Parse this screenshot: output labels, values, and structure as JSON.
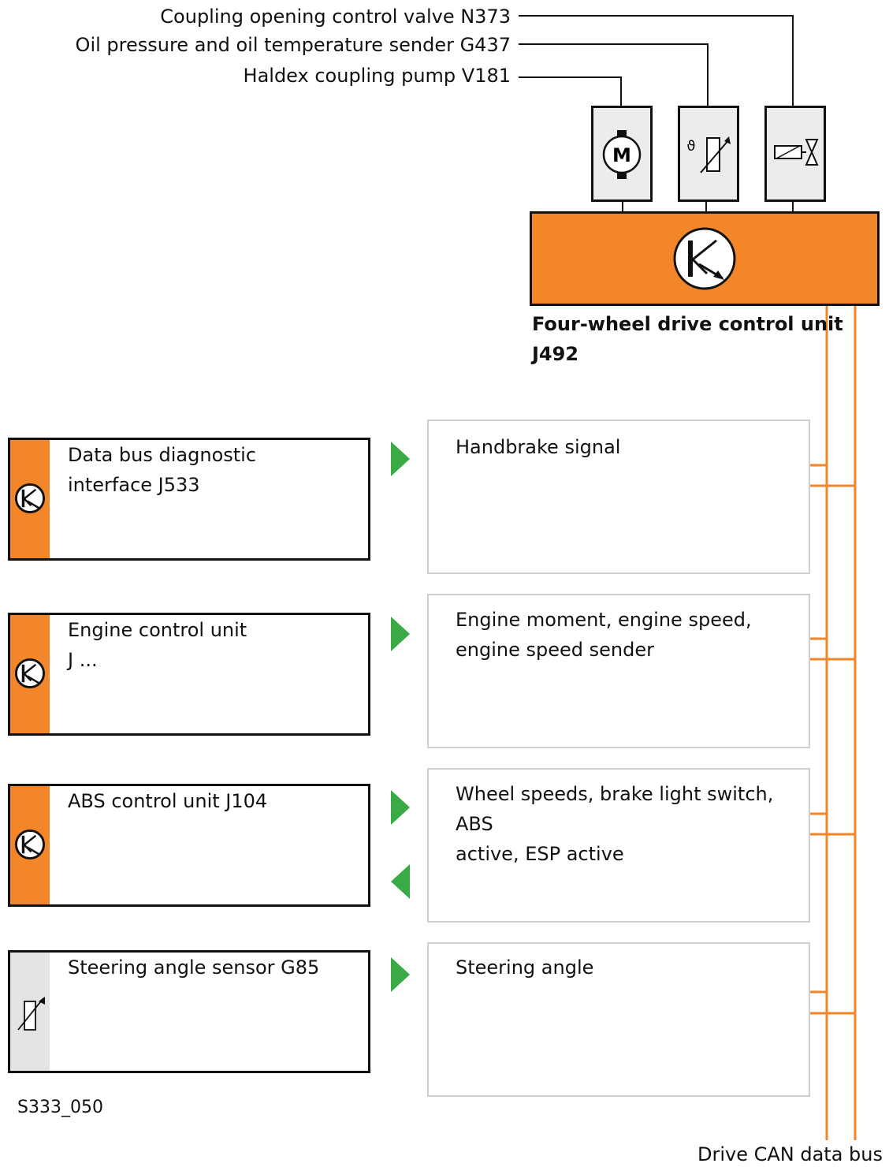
{
  "components": {
    "valve_label": "Coupling opening control valve N373",
    "sender_label": "Oil pressure and oil temperature sender G437",
    "pump_label": "Haldex coupling pump V181",
    "pump_symbol": "M",
    "sender_symbol": "ϑ"
  },
  "control_unit": {
    "name_line1": "Four-wheel drive control unit",
    "name_line2": "J492",
    "color": "#f4862a"
  },
  "sources": [
    {
      "line1": "Data bus diagnostic",
      "line2": "interface J533",
      "icon": "control-unit-icon"
    },
    {
      "line1": "Engine control unit",
      "line2": "J ...",
      "icon": "control-unit-icon"
    },
    {
      "line1": "ABS control unit J104",
      "line2": "",
      "icon": "control-unit-icon"
    },
    {
      "line1": "Steering angle sensor G85",
      "line2": "",
      "icon": "variable-resistor-icon"
    }
  ],
  "signals": [
    {
      "line1": "Handbrake signal",
      "line2": "",
      "direction": "to-control-unit"
    },
    {
      "line1": "Engine moment, engine speed,",
      "line2": "engine speed sender",
      "direction": "to-control-unit"
    },
    {
      "line1": "Wheel speeds, brake light switch, ABS",
      "line2": "active, ESP active",
      "direction": "bidirectional"
    },
    {
      "line1": "Steering angle",
      "line2": "",
      "direction": "to-control-unit"
    }
  ],
  "figure_id": "S333_050",
  "bus_label": "Drive CAN data bus",
  "colors": {
    "bus": "#f4862a",
    "arrow": "#3aaa45"
  }
}
